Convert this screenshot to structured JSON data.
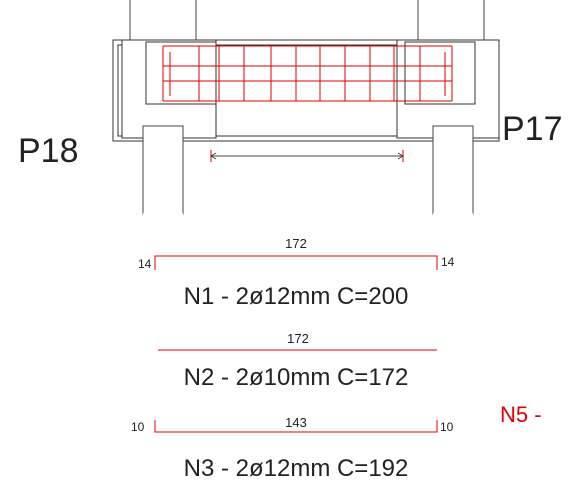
{
  "pillars": {
    "left": "P18",
    "right": "P17"
  },
  "bars": [
    {
      "id": "N1",
      "caption": "N1 - 2ø12mm C=200",
      "length_label": "172",
      "hook_left": "14",
      "hook_right": "14"
    },
    {
      "id": "N2",
      "caption": "N2 - 2ø10mm C=172",
      "length_label": "172"
    },
    {
      "id": "N3",
      "caption": "N3 - 2ø12mm C=192",
      "length_label": "143",
      "hook_left": "10",
      "hook_right": "10"
    }
  ],
  "side_label": "N5 -",
  "colors": {
    "line": "#222222",
    "rebar": "#e00000",
    "text": "#222222"
  }
}
